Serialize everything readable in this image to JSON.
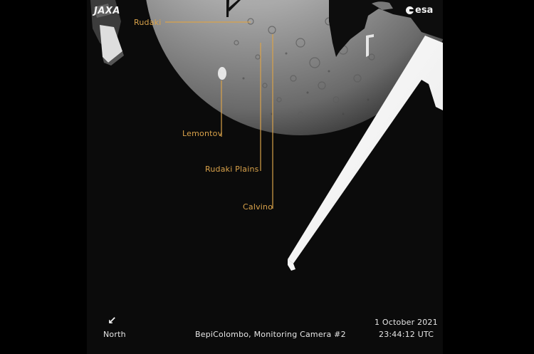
{
  "image": {
    "description": "BepiColombo monitoring camera image of Mercury during flyby",
    "background_color": "#000000",
    "annotation_color": "#d9a24a",
    "caption_color": "#e6e6e6"
  },
  "logos": {
    "left": "JAXA",
    "right": "esa"
  },
  "annotations": [
    {
      "name": "rudaki",
      "label": "Rudaki"
    },
    {
      "name": "lemontov",
      "label": "Lemontov"
    },
    {
      "name": "rudaki-plains",
      "label": "Rudaki Plains"
    },
    {
      "name": "calvino",
      "label": "Calvino"
    }
  ],
  "footer": {
    "north_arrow_icon": "arrow-down-left-icon",
    "north_glyph": "↙",
    "north_label": "North",
    "camera_label": "BepiColombo, Monitoring Camera #2",
    "date": "1 October 2021",
    "time": "23:44:12 UTC"
  }
}
